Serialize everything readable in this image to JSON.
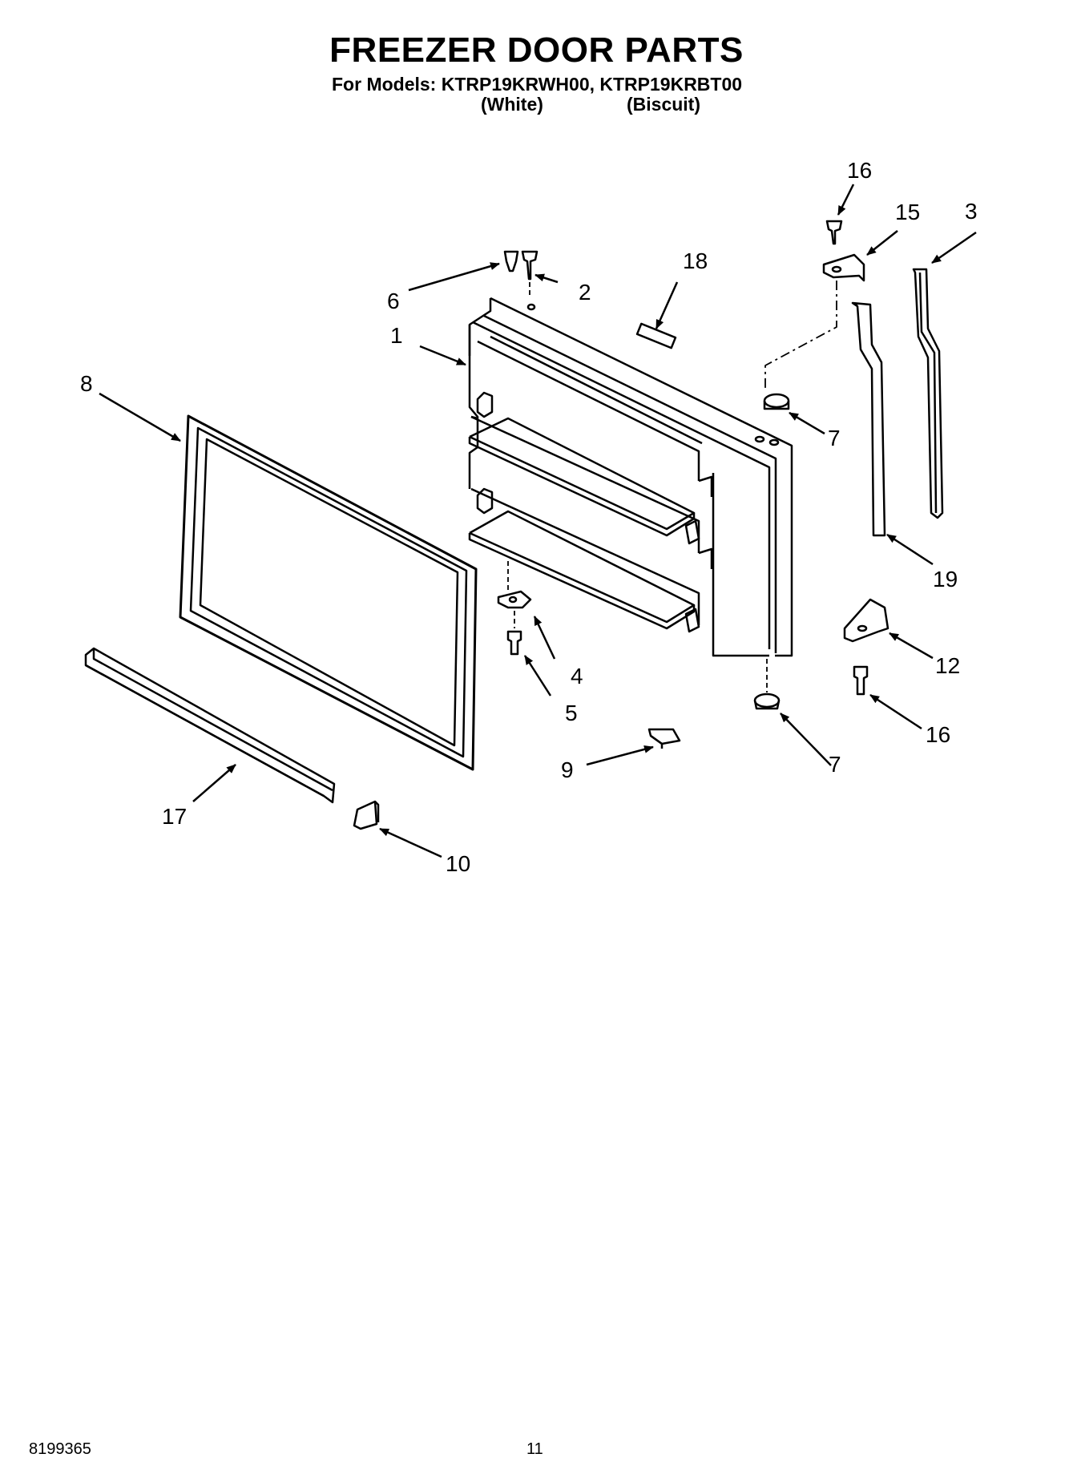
{
  "header": {
    "title": "FREEZER DOOR PARTS",
    "models": "For Models: KTRP19KRWH00, KTRP19KRBT00",
    "color_white": "(White)",
    "color_biscuit": "(Biscuit)"
  },
  "callouts": {
    "c1": "1",
    "c2": "2",
    "c3": "3",
    "c4": "4",
    "c5": "5",
    "c6": "6",
    "c7a": "7",
    "c7b": "7",
    "c8": "8",
    "c9": "9",
    "c10": "10",
    "c12": "12",
    "c15": "15",
    "c16a": "16",
    "c16b": "16",
    "c17": "17",
    "c18": "18",
    "c19": "19"
  },
  "footer": {
    "doc_number": "8199365",
    "page_number": "11"
  }
}
